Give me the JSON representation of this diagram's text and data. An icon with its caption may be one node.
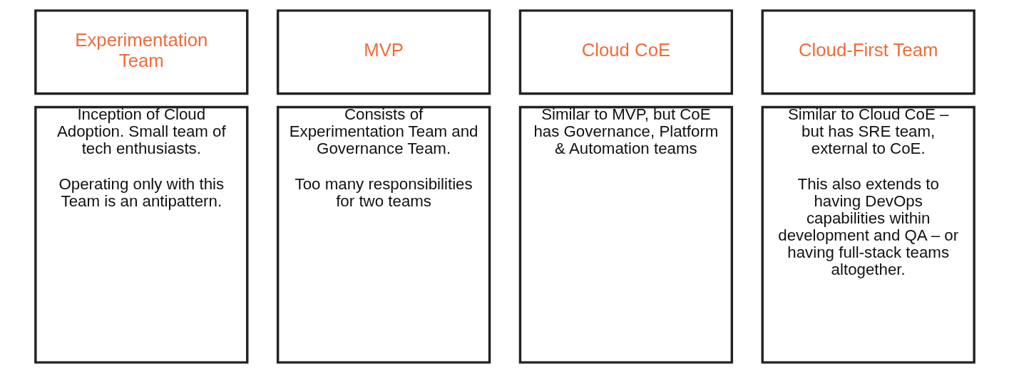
{
  "diagram": {
    "nodes": [
      {
        "text": [
          "Experimentation Team"
        ]
      },
      {
        "text": [
          "Inception of Cloud Adoption. Small team of tech enthusiasts.",
          "Operating only with this Team is an antipattern."
        ]
      },
      {
        "text": [
          "MVP"
        ]
      },
      {
        "text": [
          "Consists of Experimentation Team and Governance Team.",
          "Too many responsibilities for two teams"
        ]
      },
      {
        "text": [
          "Cloud CoE"
        ]
      },
      {
        "text": [
          "Similar to MVP, but CoE has Governance, Platform & Automation teams"
        ]
      },
      {
        "text": [
          "Cloud-First Team"
        ]
      },
      {
        "text": [
          "Similar to Cloud CoE – but has SRE team, external to CoE.",
          "This also extends to having DevOps capabilities within development and QA – or having full-stack teams altogether."
        ]
      }
    ]
  }
}
